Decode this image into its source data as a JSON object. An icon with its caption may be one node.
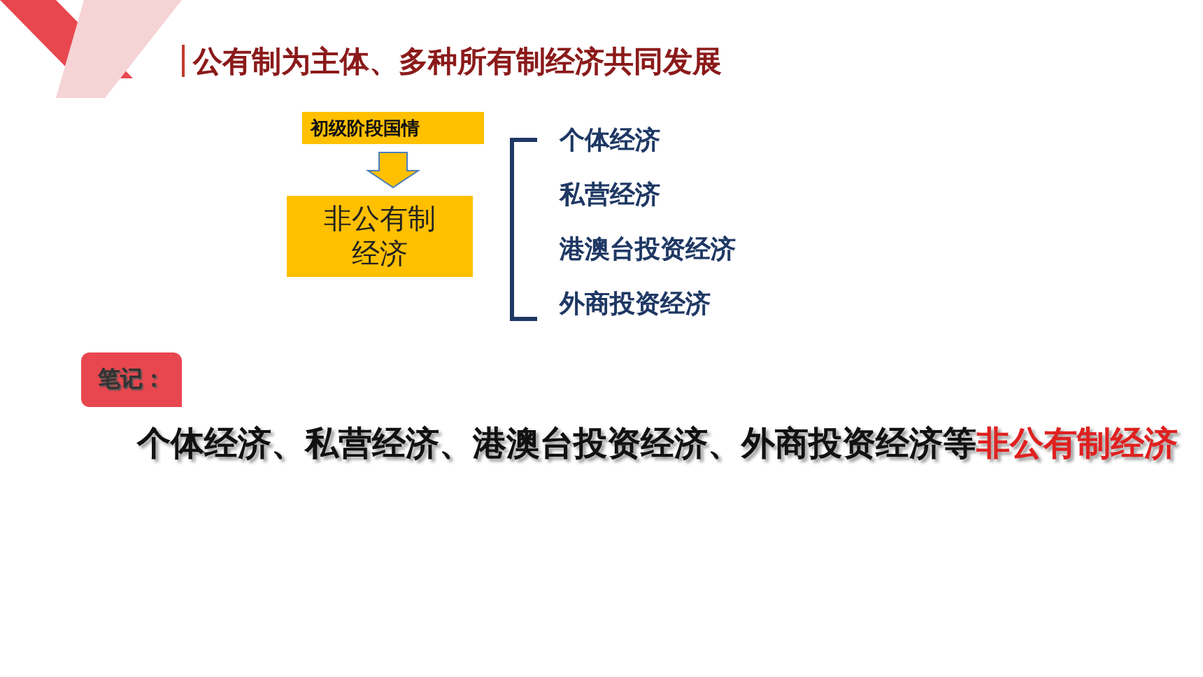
{
  "diagram": {
    "title": "公有制为主体、多种所有制经济共同发展",
    "nodes": [
      {
        "text": [
          "初级阶段国情"
        ]
      },
      {
        "text": [
          "非公有制经济"
        ]
      },
      {
        "text": [
          "笔记："
        ]
      }
    ],
    "edges": [
      {
        "from": 0,
        "to": 1,
        "arrow": "to"
      }
    ],
    "labels": [
      "个体经济",
      "私营经济",
      "港澳台投资经济",
      "外商投资经济",
      "个体经济、私营经济、港澳台投资经济、外商投资经济等",
      "非公有制经济"
    ]
  }
}
